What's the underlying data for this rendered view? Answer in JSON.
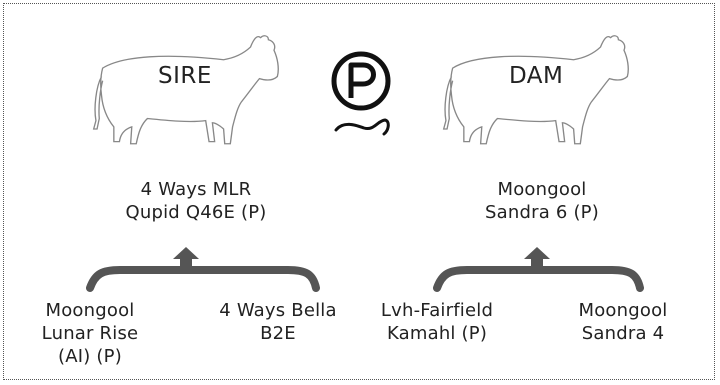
{
  "sire": {
    "label": "SIRE",
    "name_line1": "4 Ways MLR",
    "name_line2": "Qupid Q46E (P)",
    "parents": [
      {
        "line1": "Moongool",
        "line2": "Lunar Rise",
        "line3": "(AI) (P)"
      },
      {
        "line1": "4 Ways Bella",
        "line2": "B2E"
      }
    ]
  },
  "dam": {
    "label": "DAM",
    "name_line1": "Moongool",
    "name_line2": "Sandra 6 (P)",
    "parents": [
      {
        "line1": "Lvh-Fairfield",
        "line2": "Kamahl (P)"
      },
      {
        "line1": "Moongool",
        "line2": "Sandra 4"
      }
    ]
  },
  "poll_badge": {
    "symbol": "P"
  },
  "icons": {
    "sire": "cow-outline-icon",
    "dam": "cow-outline-icon",
    "poll": "polled-p-icon",
    "brackets": "pedigree-bracket-arrow-icon"
  },
  "colors": {
    "bracket": "#555555",
    "outline": "#888888",
    "text": "#222222"
  }
}
